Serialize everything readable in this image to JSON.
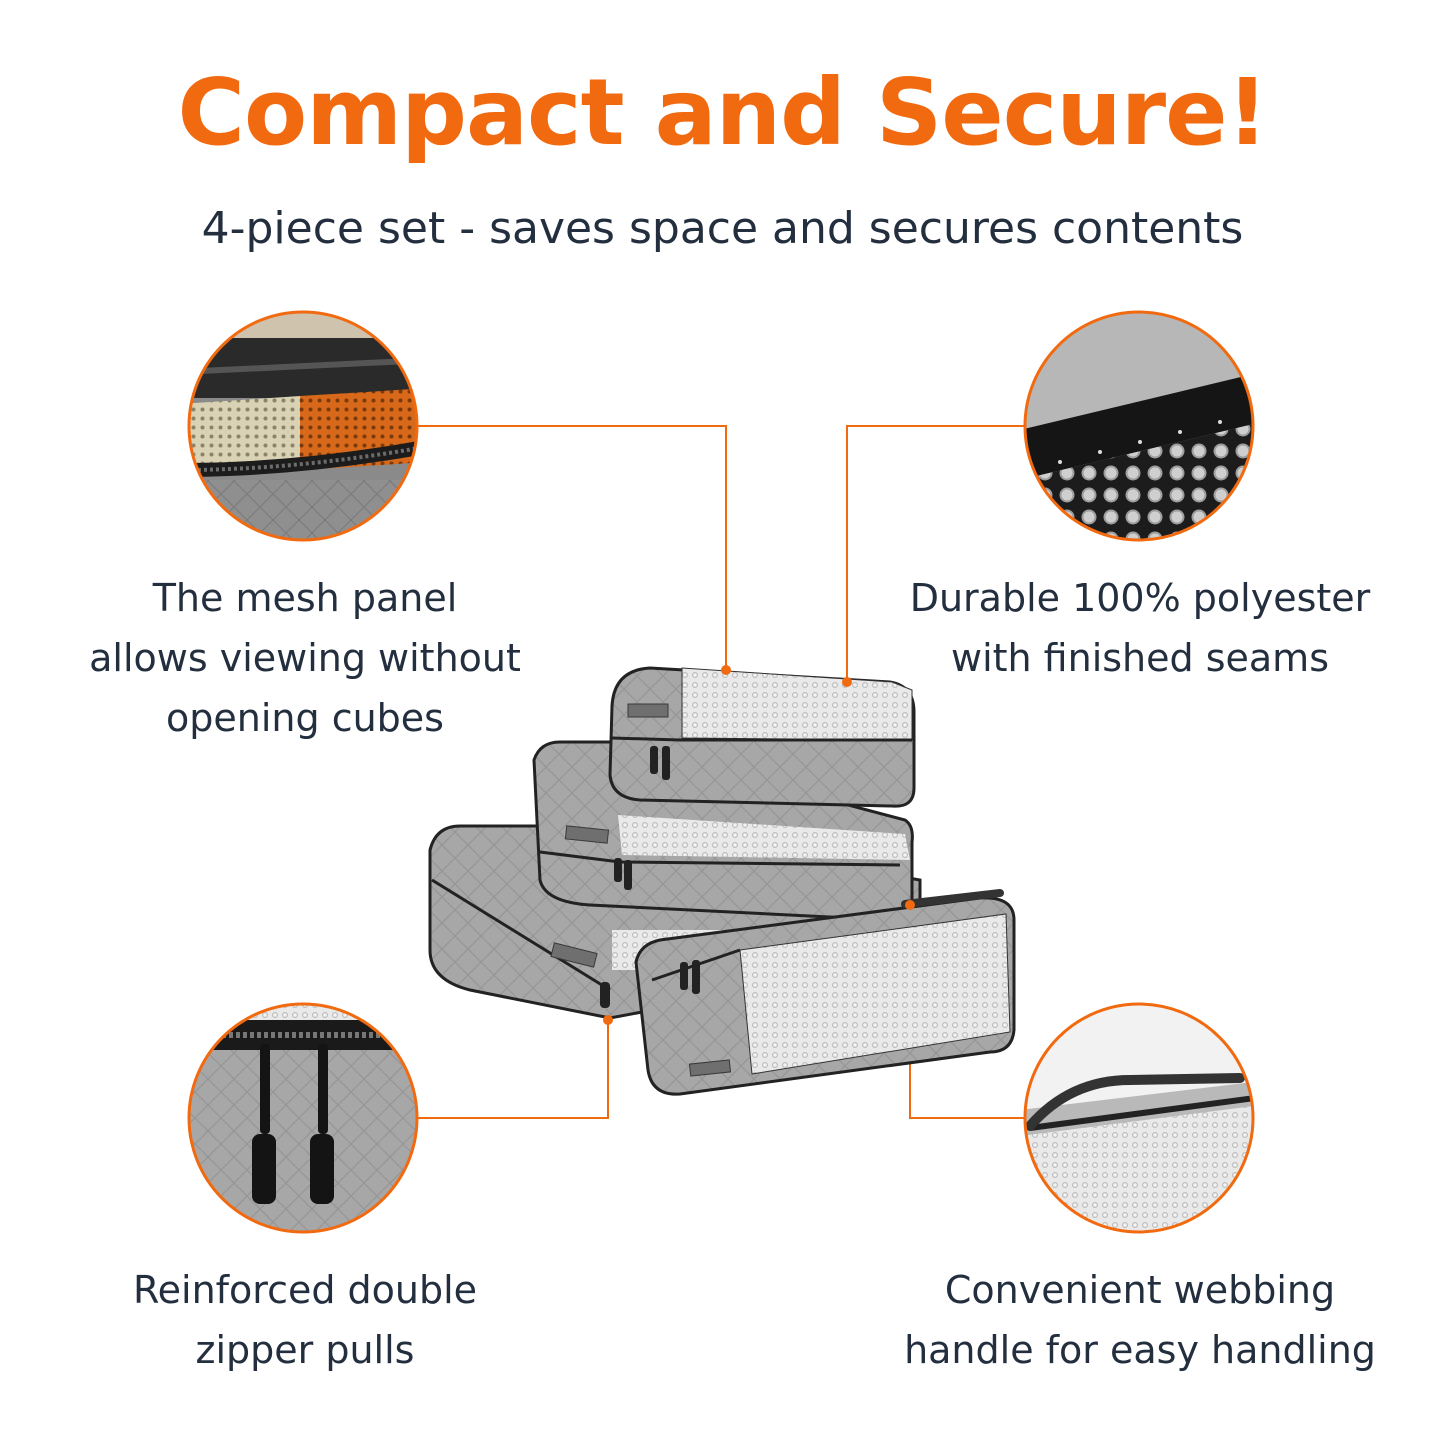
{
  "header": {
    "title": "Compact and Secure!",
    "subtitle": "4-piece set - saves space and secures contents"
  },
  "features": {
    "mesh": {
      "line1": "The mesh panel",
      "line2": "allows viewing without",
      "line3": "opening cubes",
      "icon": "mesh-panel-closeup"
    },
    "polyester": {
      "line1": "Durable 100% polyester",
      "line2": "with finished seams",
      "icon": "seam-closeup"
    },
    "zipper": {
      "line1": "Reinforced double",
      "line2": "zipper pulls",
      "icon": "zipper-closeup"
    },
    "handle": {
      "line1": "Convenient webbing",
      "line2": "handle for easy handling",
      "icon": "handle-closeup"
    }
  },
  "colors": {
    "accent": "#F26A10",
    "text": "#232F3E",
    "cube_gray": "#9a9a9a"
  }
}
